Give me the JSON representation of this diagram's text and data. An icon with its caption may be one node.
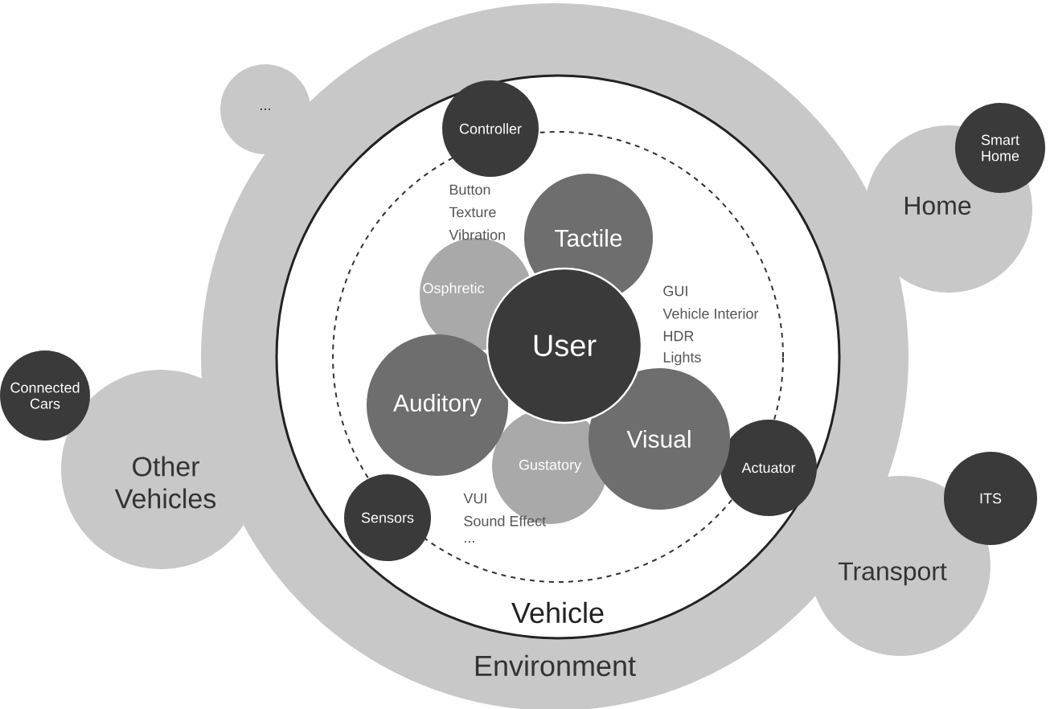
{
  "diagram": {
    "nodes": [
      {
        "text": [
          "Environment"
        ]
      },
      {
        "text": [
          "Vehicle"
        ],
        "in": 0
      },
      {
        "text": [
          "..."
        ]
      },
      {
        "text": [
          "Controller"
        ],
        "in": 1
      },
      {
        "text": [
          "Smart Home"
        ]
      },
      {
        "text": [
          "Home"
        ]
      },
      {
        "text": [
          "Tactile"
        ],
        "in": 1
      },
      {
        "text": [
          "Osphretic"
        ],
        "in": 1
      },
      {
        "text": [
          "User"
        ],
        "in": 1
      },
      {
        "text": [
          "Connected Cars"
        ]
      },
      {
        "text": [
          "Auditory"
        ],
        "in": 1
      },
      {
        "text": [
          "Visual"
        ],
        "in": 1
      },
      {
        "text": [
          "Other Vehicles"
        ]
      },
      {
        "text": [
          "Gustatory"
        ],
        "in": 1
      },
      {
        "text": [
          "Actuator"
        ],
        "in": 1
      },
      {
        "text": [
          "Sensors"
        ],
        "in": 1
      },
      {
        "text": [
          "ITS"
        ]
      },
      {
        "text": [
          "Transport"
        ]
      }
    ],
    "labels": [
      "Button",
      "Texture",
      "Vibration",
      "GUI",
      "Vehicle Interior",
      "HDR",
      "Lights",
      "VUI",
      "Sound Effect",
      "..."
    ]
  }
}
